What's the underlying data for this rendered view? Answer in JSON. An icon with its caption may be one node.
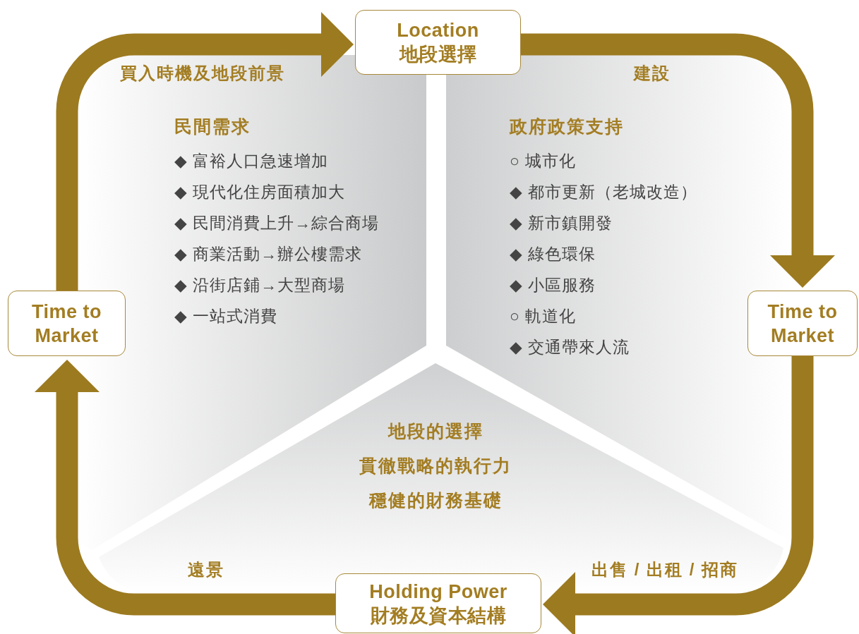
{
  "diagram": {
    "nodes": [
      {
        "text": [
          "Location",
          "地段選擇"
        ]
      },
      {
        "text": [
          "Time to Market"
        ]
      },
      {
        "text": [
          "Holding Power",
          "財務及資本結構"
        ]
      },
      {
        "text": [
          "Time to Market"
        ]
      },
      {
        "text": [
          "民間需求",
          "◆ 富裕人口急速增加",
          "◆ 現代化住房面積加大",
          "◆ 民間消費上升→綜合商場",
          "◆ 商業活動→辦公樓需求",
          "◆ 沿街店鋪→大型商場",
          "◆ 一站式消費"
        ]
      },
      {
        "text": [
          "政府政策支持",
          "○ 城市化",
          "◆ 都市更新（老城改造）",
          "◆ 新市鎮開發",
          "◆ 綠色環保",
          "◆ 小區服務",
          "○ 軌道化",
          "◆ 交通帶來人流"
        ]
      },
      {
        "text": [
          "地段的選擇",
          "貫徹戰略的執行力",
          "穩健的財務基礎"
        ]
      }
    ],
    "edges": [
      {
        "from": 3,
        "to": 0,
        "arrow": "to",
        "label": "買入時機及地段前景"
      },
      {
        "from": 0,
        "to": 1,
        "arrow": "to",
        "label": "建設"
      },
      {
        "from": 1,
        "to": 2,
        "arrow": "to",
        "label": "出售 / 出租 / 招商"
      },
      {
        "from": 2,
        "to": 3,
        "arrow": "to",
        "label": "遠景"
      }
    ]
  }
}
